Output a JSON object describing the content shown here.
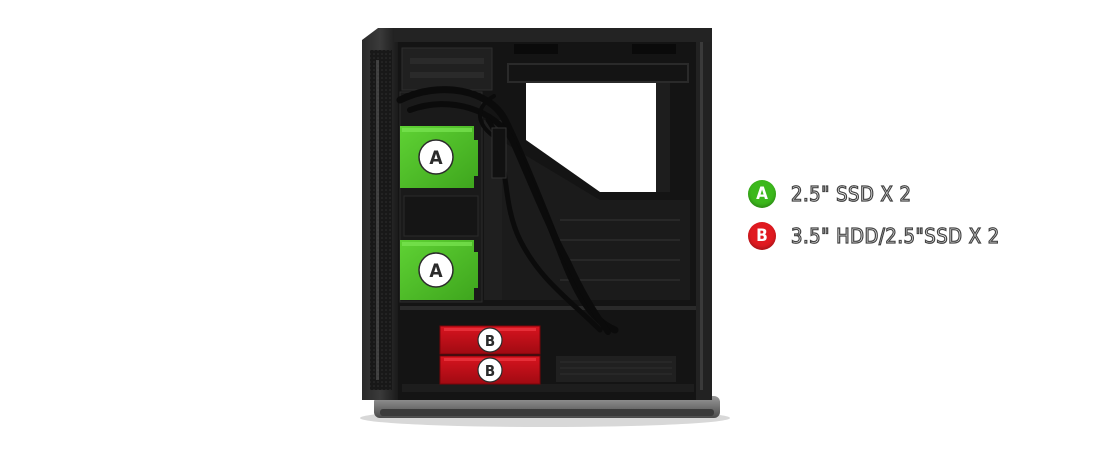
{
  "colors": {
    "ssd_green": "#4ec127",
    "hdd_red": "#c7101a",
    "case_dark": "#1c1c1c"
  },
  "bays": {
    "a_letter": "A",
    "b_letter": "B"
  },
  "legend": [
    {
      "badge": "A",
      "color": "#3cb81c",
      "label": "2.5\" SSD X 2"
    },
    {
      "badge": "B",
      "color": "#e01a20",
      "label": "3.5\" HDD/2.5\"SSD X 2"
    }
  ]
}
